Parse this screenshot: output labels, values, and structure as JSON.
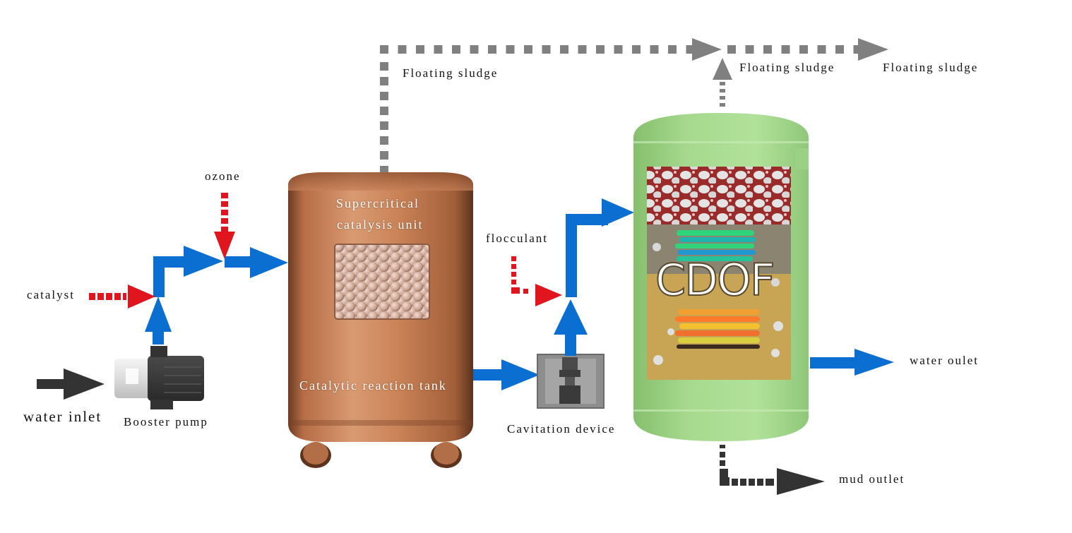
{
  "diagram": {
    "title": "CDOF wastewater treatment process flow",
    "labels": {
      "floating_sludge_1": "Floating sludge",
      "floating_sludge_2": "Floating sludge",
      "floating_sludge_3": "Floating sludge",
      "ozone": "ozone",
      "catalyst": "catalyst",
      "water_inlet": "water inlet",
      "booster_pump": "Booster pump",
      "supercritical_unit_line1": "Supercritical",
      "supercritical_unit_line2": "catalysis unit",
      "catalytic_reaction_tank": "Catalytic reaction tank",
      "flocculant": "flocculant",
      "cavitation_device": "Cavitation device",
      "cdof": "CDOF",
      "water_outlet": "water oulet",
      "mud_outlet": "mud outlet"
    },
    "colors": {
      "water_flow": "#0a6fd0",
      "chemical_dose": "#e0151d",
      "sludge_flow": "#7f7f7f",
      "inlet_outlet_dark": "#333333",
      "reaction_tank": "#c7835a",
      "cdof_tank": "#a8d98f"
    },
    "nodes": [
      {
        "id": "booster-pump",
        "label_key": "booster_pump"
      },
      {
        "id": "catalytic-reaction-tank",
        "label_key": "catalytic_reaction_tank"
      },
      {
        "id": "cavitation-device",
        "label_key": "cavitation_device"
      },
      {
        "id": "cdof-tank",
        "label_key": "cdof"
      }
    ],
    "edges": [
      {
        "from": "water inlet",
        "to": "booster-pump",
        "style": "solid-dark"
      },
      {
        "from": "booster-pump",
        "to": "catalytic-reaction-tank",
        "style": "solid-blue"
      },
      {
        "from": "catalyst",
        "to": "booster-pump line",
        "style": "dotted-red"
      },
      {
        "from": "ozone",
        "to": "reaction tank line",
        "style": "dotted-red"
      },
      {
        "from": "catalytic-reaction-tank",
        "to": "cavitation-device",
        "style": "solid-blue"
      },
      {
        "from": "cavitation-device",
        "to": "cdof-tank",
        "style": "solid-blue"
      },
      {
        "from": "flocculant",
        "to": "cavitation line",
        "style": "dotted-red"
      },
      {
        "from": "catalytic-reaction-tank",
        "to": "Floating sludge",
        "style": "dotted-gray"
      },
      {
        "from": "cdof-tank",
        "to": "Floating sludge",
        "style": "dotted-gray"
      },
      {
        "from": "cdof-tank",
        "to": "water oulet",
        "style": "solid-blue"
      },
      {
        "from": "cdof-tank",
        "to": "mud outlet",
        "style": "dotted-dark"
      }
    ]
  }
}
